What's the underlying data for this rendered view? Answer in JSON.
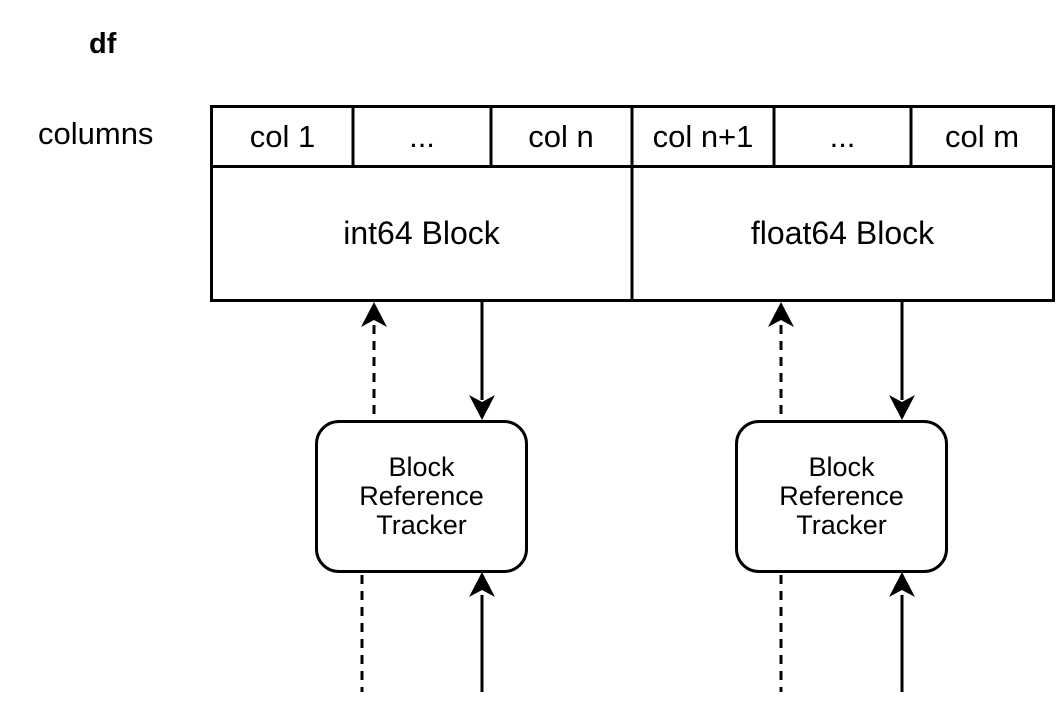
{
  "diagram": {
    "title": "df",
    "row_label": "columns",
    "columns": [
      "col 1",
      "...",
      "col n",
      "col n+1",
      "...",
      "col m"
    ],
    "blocks": [
      {
        "label": "int64 Block",
        "columns": [
          "col 1",
          "...",
          "col n"
        ]
      },
      {
        "label": "float64 Block",
        "columns": [
          "col n+1",
          "...",
          "col m"
        ]
      }
    ],
    "trackers": [
      {
        "lines": [
          "Block",
          "Reference",
          "Tracker"
        ],
        "block": "int64 Block"
      },
      {
        "lines": [
          "Block",
          "Reference",
          "Tracker"
        ],
        "block": "float64 Block"
      }
    ],
    "edges": [
      {
        "from": "int64 Block",
        "to": "Block Reference Tracker 1",
        "style": "solid"
      },
      {
        "from": "Block Reference Tracker 1",
        "to": "int64 Block",
        "style": "dashed"
      },
      {
        "from": "float64 Block",
        "to": "Block Reference Tracker 2",
        "style": "solid"
      },
      {
        "from": "Block Reference Tracker 2",
        "to": "float64 Block",
        "style": "dashed"
      }
    ]
  }
}
